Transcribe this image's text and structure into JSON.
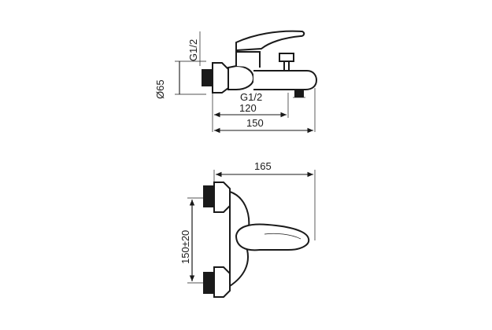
{
  "side_view": {
    "wall_thread": "G1/2",
    "diameter": "Ø65",
    "outlet_thread": "G1/2",
    "width_to_outlet": "120",
    "total_depth": "150"
  },
  "front_view": {
    "total_width": "165",
    "center_distance": "150±20"
  }
}
